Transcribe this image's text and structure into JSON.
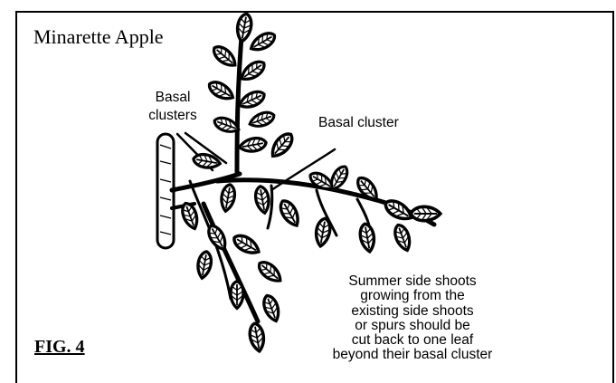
{
  "figure": {
    "title": "Minarette Apple",
    "label": "FIG. 4"
  },
  "annotations": {
    "basal_clusters": [
      "Basal",
      "clusters"
    ],
    "basal_cluster": "Basal cluster",
    "note_lines": [
      "Summer side shoots",
      "growing from the",
      "existing side shoots",
      "or spurs should be",
      "cut back to one leaf",
      "beyond their basal cluster"
    ]
  }
}
